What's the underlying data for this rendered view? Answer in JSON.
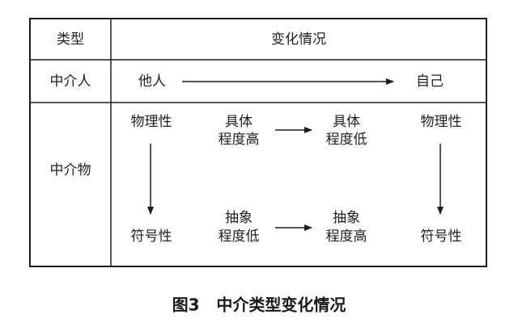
{
  "table": {
    "header": {
      "col1": "类型",
      "col2": "变化情况"
    },
    "row_person": {
      "label": "中介人",
      "from": "他人",
      "to": "自己"
    },
    "row_object": {
      "label": "中介物",
      "top_left": "物理性",
      "top_mid_from_1": "具体",
      "top_mid_from_2": "程度高",
      "top_mid_to_1": "具体",
      "top_mid_to_2": "程度低",
      "top_right": "物理性",
      "bottom_left": "符号性",
      "bottom_mid_from_1": "抽象",
      "bottom_mid_from_2": "程度低",
      "bottom_mid_to_1": "抽象",
      "bottom_mid_to_2": "程度高",
      "bottom_right": "符号性"
    }
  },
  "caption": {
    "figure": "图3",
    "title": "中介类型变化情况"
  }
}
